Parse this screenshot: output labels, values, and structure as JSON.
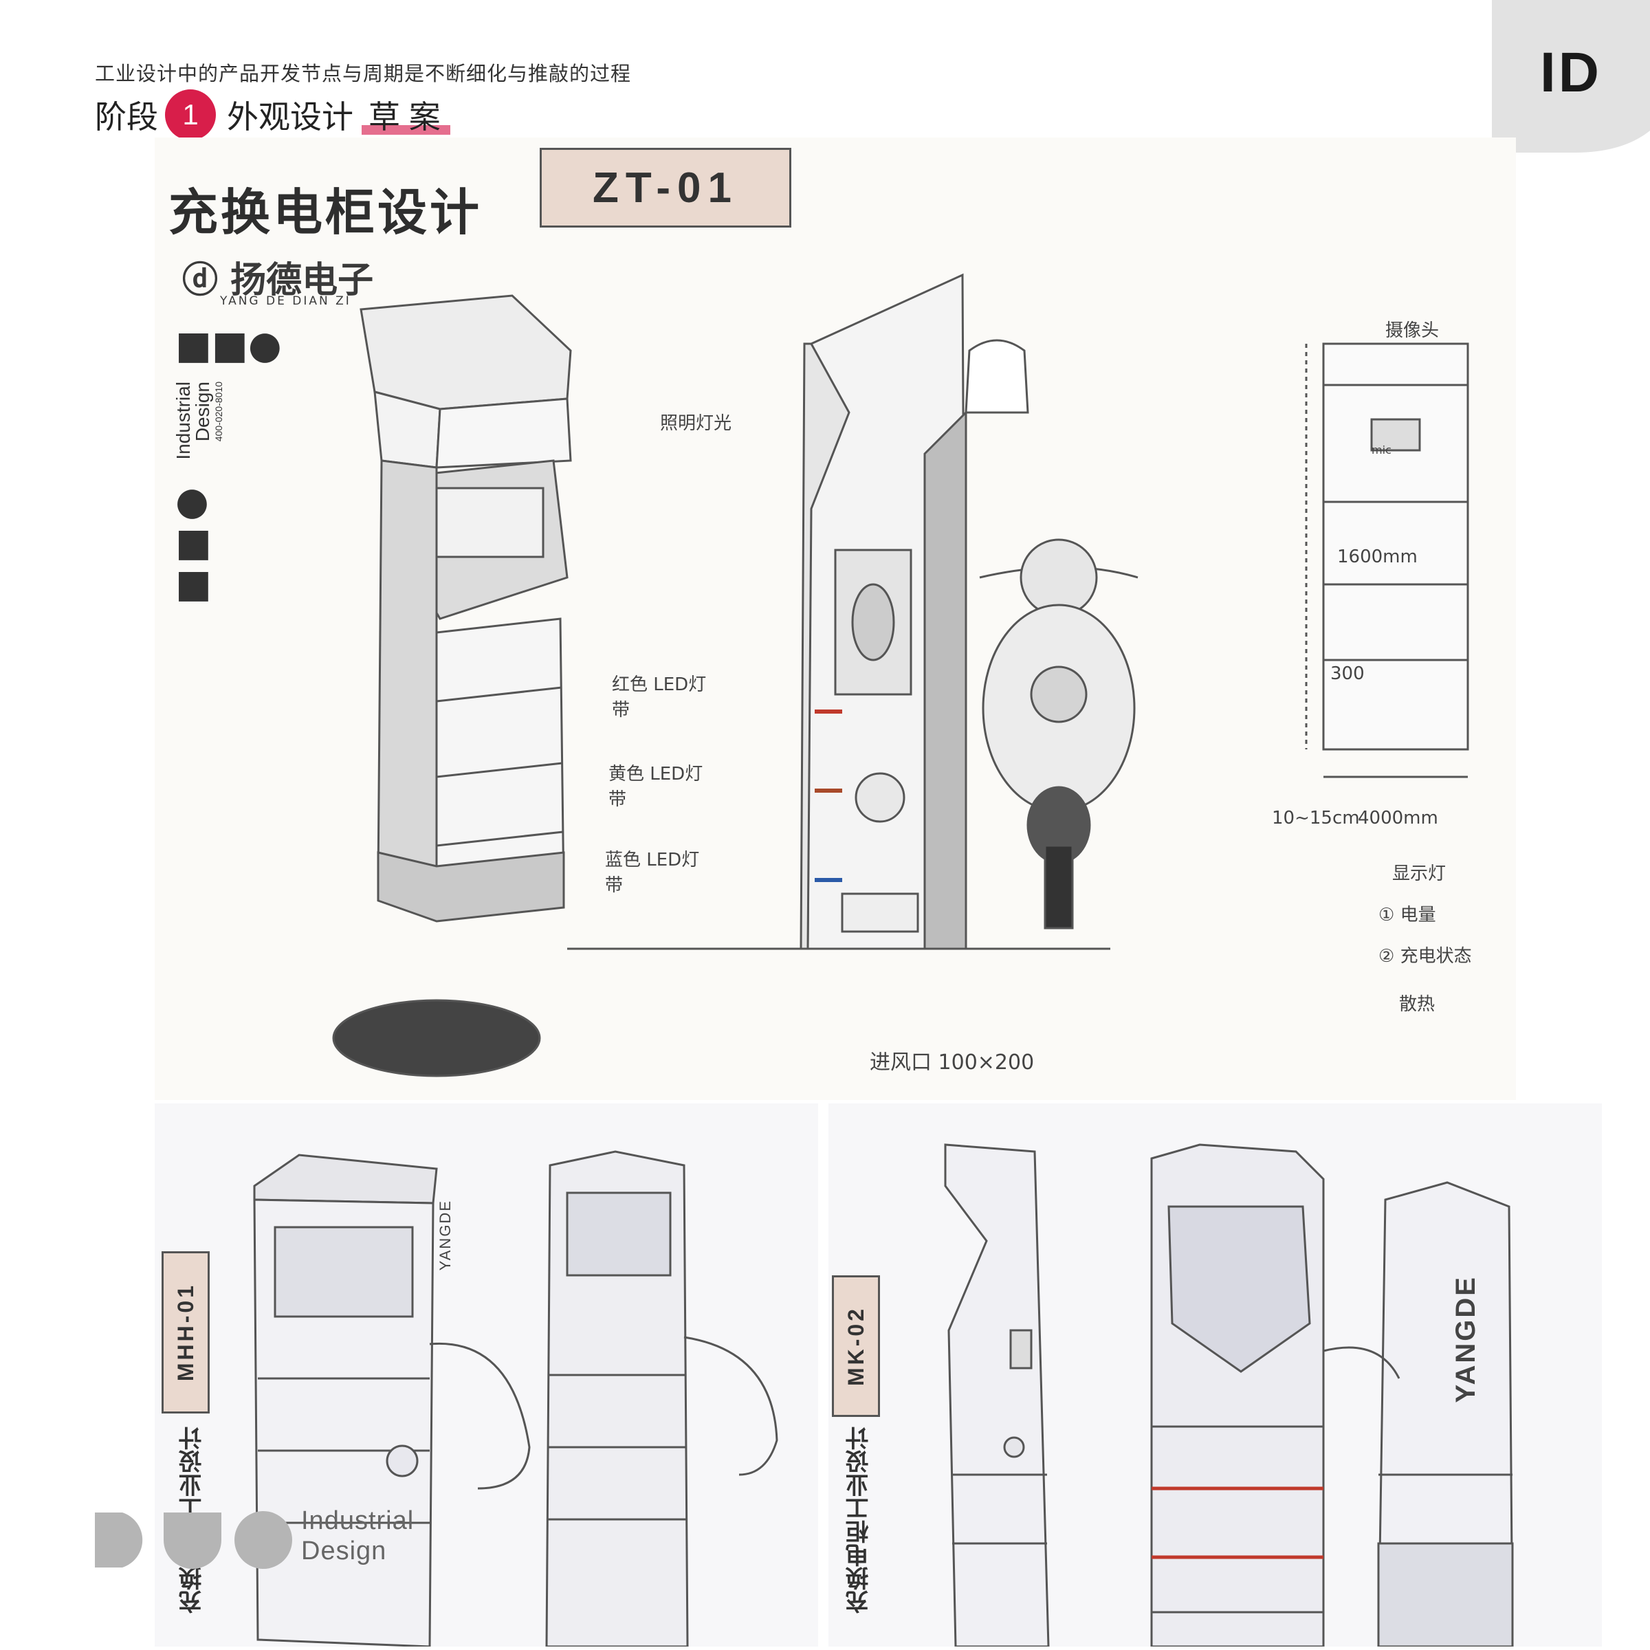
{
  "header": {
    "subtitle": "工业设计中的产品开发节点与周期是不断细化与推敲的过程",
    "stage_label": "阶段",
    "stage_number": "1",
    "stage_title": "外观设计",
    "stage_tag": "草 案",
    "accent_color": "#d81e4a"
  },
  "badge": {
    "text": "ID"
  },
  "sketch_main": {
    "title": "充换电柜设计",
    "model": "ZT-01",
    "brand_cn": "扬德电子",
    "brand_pinyin": "YANG DE DIAN ZI",
    "side_logo_line1": "Industrial",
    "side_logo_line2": "Design",
    "side_logo_phone": "400-020-8010",
    "notes": {
      "lighting": "照明灯光",
      "led_red": "红色 LED灯带",
      "led_yellow": "黄色 LED灯带",
      "led_blue": "蓝色 LED灯带",
      "camera": "摄像头",
      "height": "1600mm",
      "dim_300": "300",
      "width": "4000mm",
      "base": "10~15cm",
      "vent": "进风口 100×200",
      "mic": "mic",
      "display_light": "显示灯",
      "display_1": "① 电量",
      "display_2": "② 充电状态",
      "heat": "散热"
    }
  },
  "sketch_bl": {
    "model": "MHH-01",
    "brand_vertical": "YANGDE",
    "caption": "充换电柜工业设计"
  },
  "sketch_br": {
    "model": "MK-02",
    "brand_vertical": "YANGDE",
    "caption": "充换电柜工业设计"
  },
  "footer": {
    "logo_text": "DUO",
    "line1": "Industrial",
    "line2": "Design"
  }
}
